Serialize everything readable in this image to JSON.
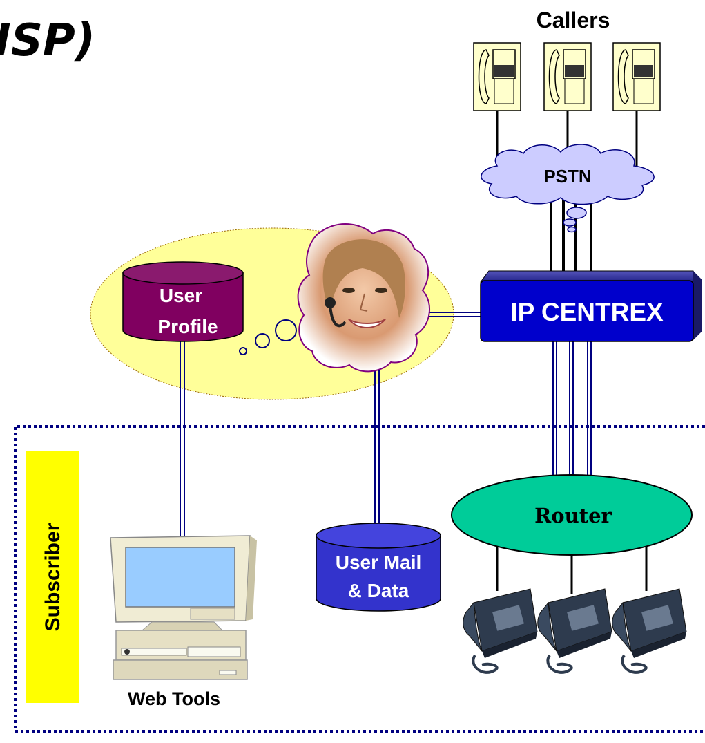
{
  "slide": {
    "title_fragment": "ISP)"
  },
  "labels": {
    "callers": "Callers",
    "pstn": "PSTN",
    "user_profile_line1": "User",
    "user_profile_line2": "Profile",
    "ip_centrex": "IP CENTREX",
    "router": "Router",
    "user_mail_line1": "User Mail",
    "user_mail_line2": "& Data",
    "web_tools": "Web Tools",
    "subscriber": "Subscriber"
  },
  "colors": {
    "phone_fill": "#ffffcc",
    "cloud_fill": "#ccccff",
    "ellipse_fill": "#ffff99",
    "profile_db": "#800060",
    "centrex_fill": "#0000cc",
    "router_fill": "#00cc99",
    "mail_db": "#3333cc",
    "subscriber_bar": "#ffff00",
    "link_line": "#000080"
  }
}
